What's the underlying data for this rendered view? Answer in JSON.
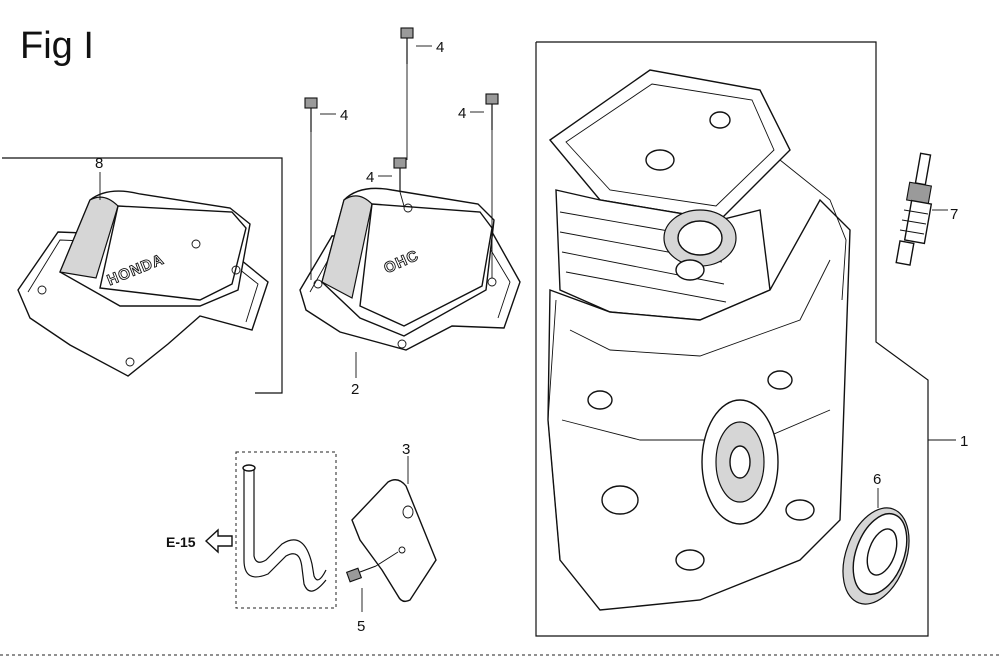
{
  "figure": {
    "title": "Fig I"
  },
  "callouts": {
    "c1": "1",
    "c2": "2",
    "c3": "3",
    "c4a": "4",
    "c4b": "4",
    "c4c": "4",
    "c4d": "4",
    "c5": "5",
    "c6": "6",
    "c7": "7",
    "c8": "8"
  },
  "reference": {
    "label": "E-15"
  },
  "embossing": {
    "cover_left": "HONDA",
    "cover_center": "OHC"
  },
  "icons": {
    "ref_arrow": "hollow-arrow-left-icon",
    "bolt": "bolt-icon"
  }
}
